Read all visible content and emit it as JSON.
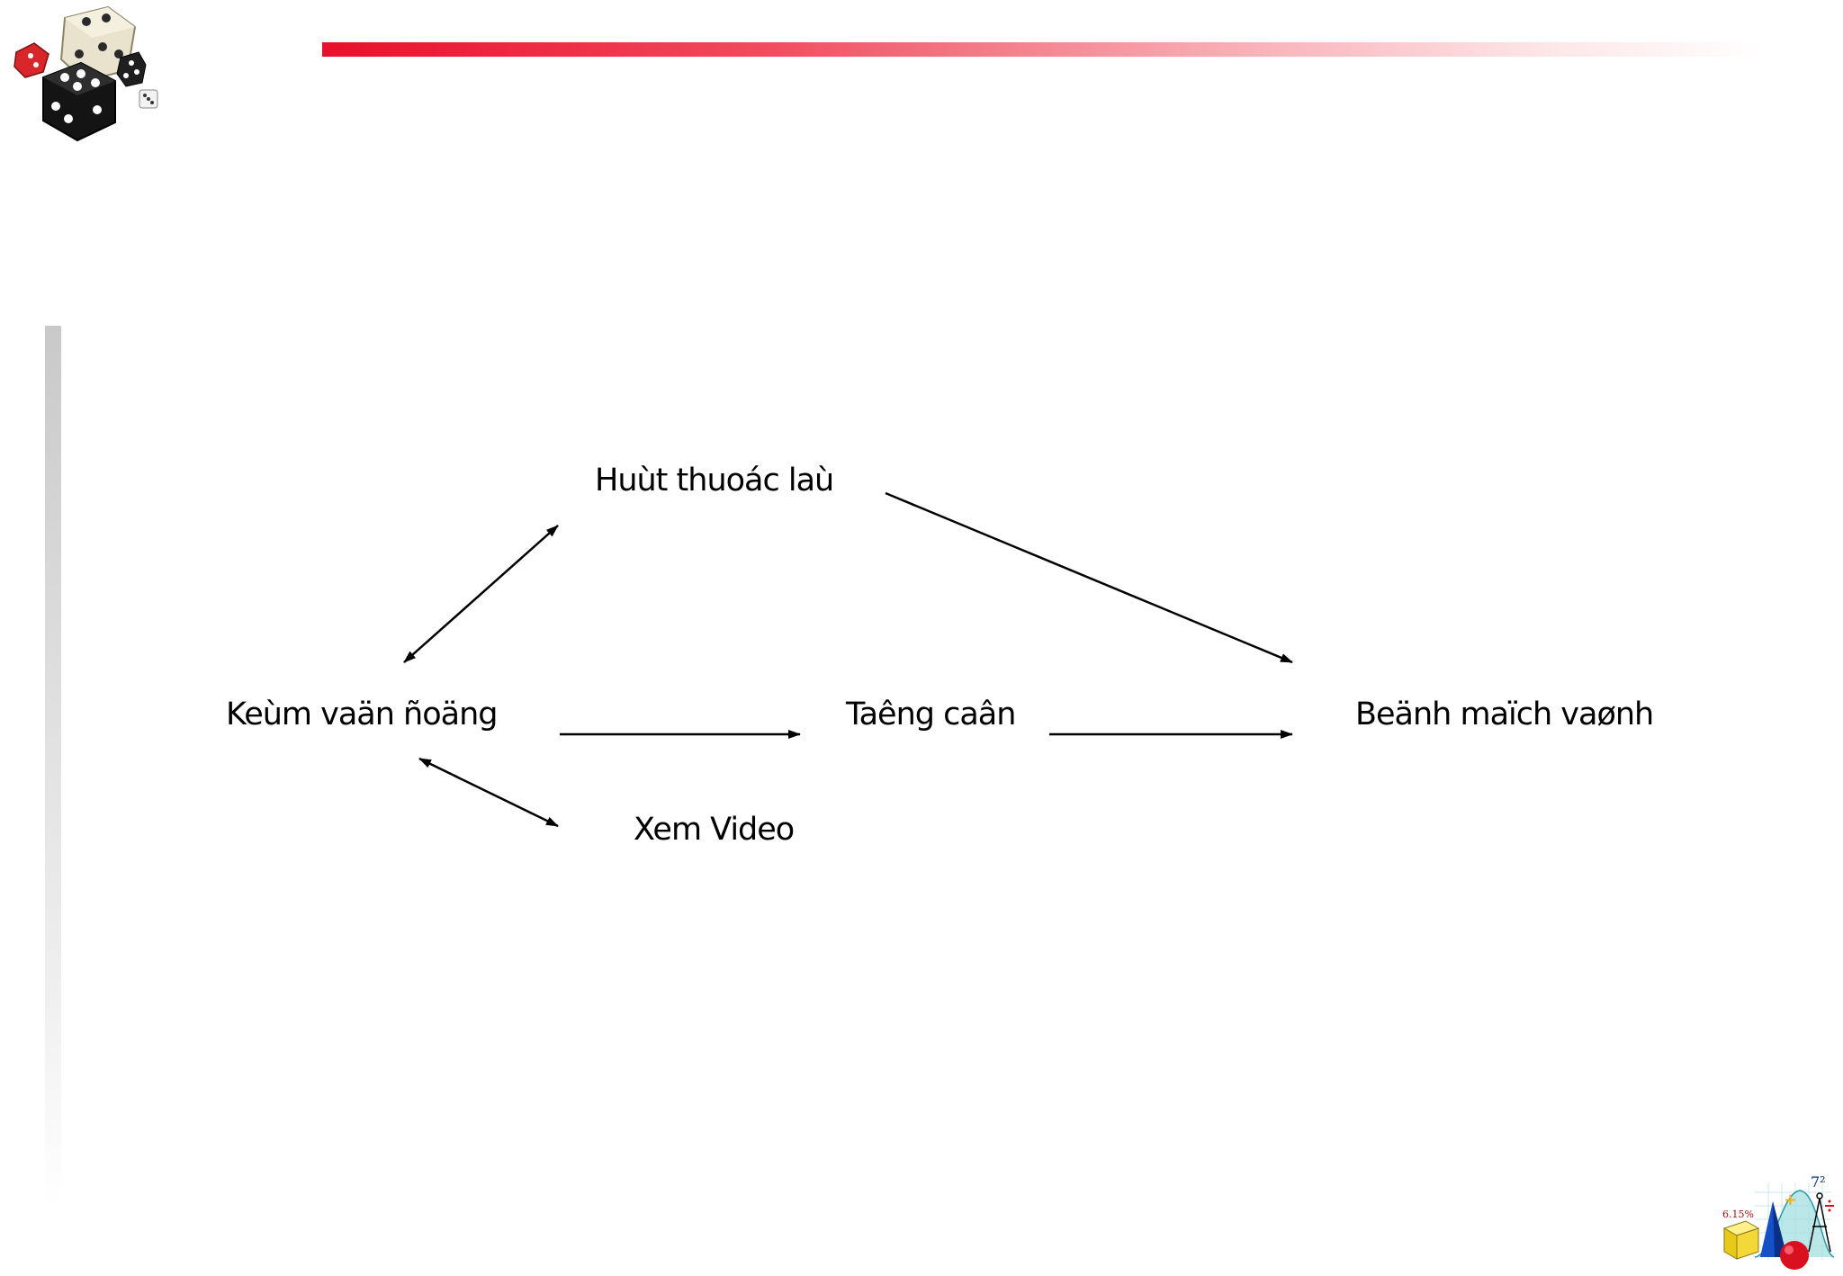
{
  "nodes": {
    "smoking": "Huùt thuoác laù",
    "lack_exercise": "Keùm vaän ñoäng",
    "weight_gain": "Taêng caân",
    "heart_disease": "Beänh maïch vaønh",
    "video": "Xem Video"
  },
  "math_logo": {
    "percent": "6.15%",
    "power": "7²"
  },
  "colors": {
    "accent": "#e8102a",
    "arrow": "#000000"
  }
}
